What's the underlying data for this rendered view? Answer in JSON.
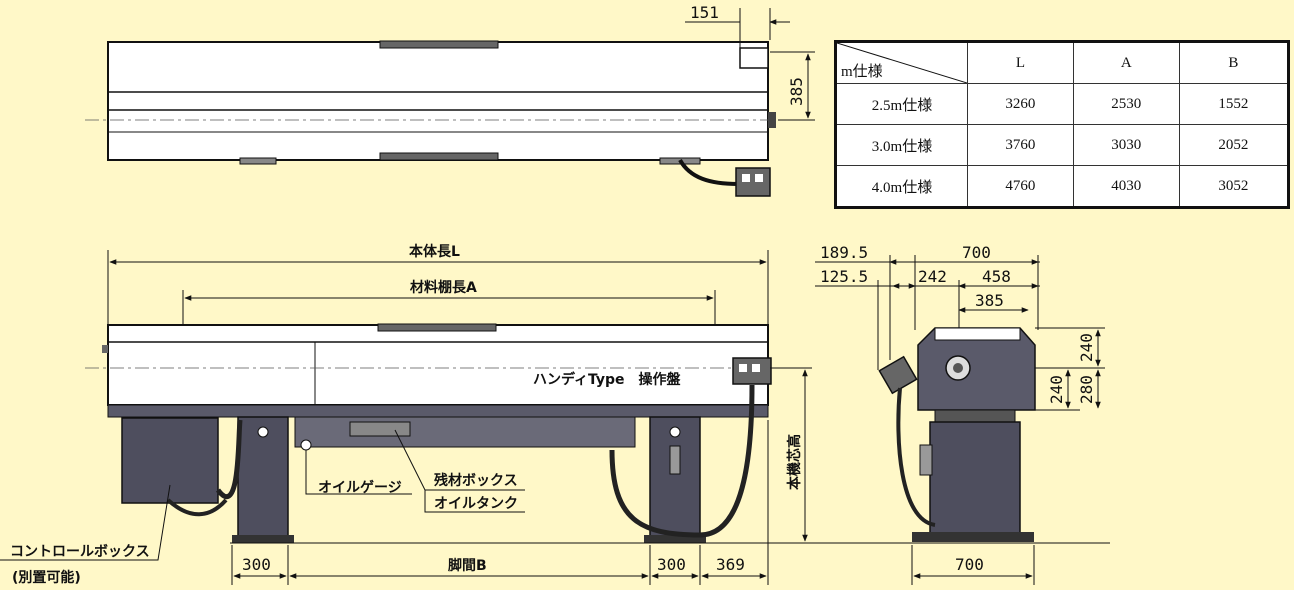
{
  "table": {
    "corner": "m仕様",
    "headers": [
      "L",
      "A",
      "B"
    ],
    "rows": [
      {
        "spec": "2.5m仕様",
        "L": "3260",
        "A": "2530",
        "B": "1552"
      },
      {
        "spec": "3.0m仕様",
        "L": "3760",
        "A": "3030",
        "B": "2052"
      },
      {
        "spec": "4.0m仕様",
        "L": "4760",
        "A": "4030",
        "B": "3052"
      }
    ]
  },
  "top_view": {
    "dim_151": "151",
    "dim_385": "385"
  },
  "front_view": {
    "body_length": "本体長L",
    "rack_length": "材料棚長A",
    "handy_type": "ハンディType　操作盤",
    "oil_gauge": "オイルゲージ",
    "scrap_box": "残材ボックス",
    "oil_tank": "オイルタンク",
    "control_box": "コントロールボックス",
    "separate": "(別置可能)",
    "dim_300_left": "300",
    "leg_span": "脚間B",
    "dim_300_right": "300",
    "dim_369": "369",
    "center_height": "本機芯高"
  },
  "side_view": {
    "dim_189_5": "189.5",
    "dim_700_top": "700",
    "dim_125_5": "125.5",
    "dim_242": "242",
    "dim_458": "458",
    "dim_385": "385",
    "dim_240_right": "240",
    "dim_240_left": "240",
    "dim_280": "280",
    "dim_700_bottom": "700"
  },
  "colors": {
    "background": "#fff8c8",
    "machine_body": "#ffffff",
    "machine_base": "#4a4a5a",
    "line": "#111111"
  }
}
